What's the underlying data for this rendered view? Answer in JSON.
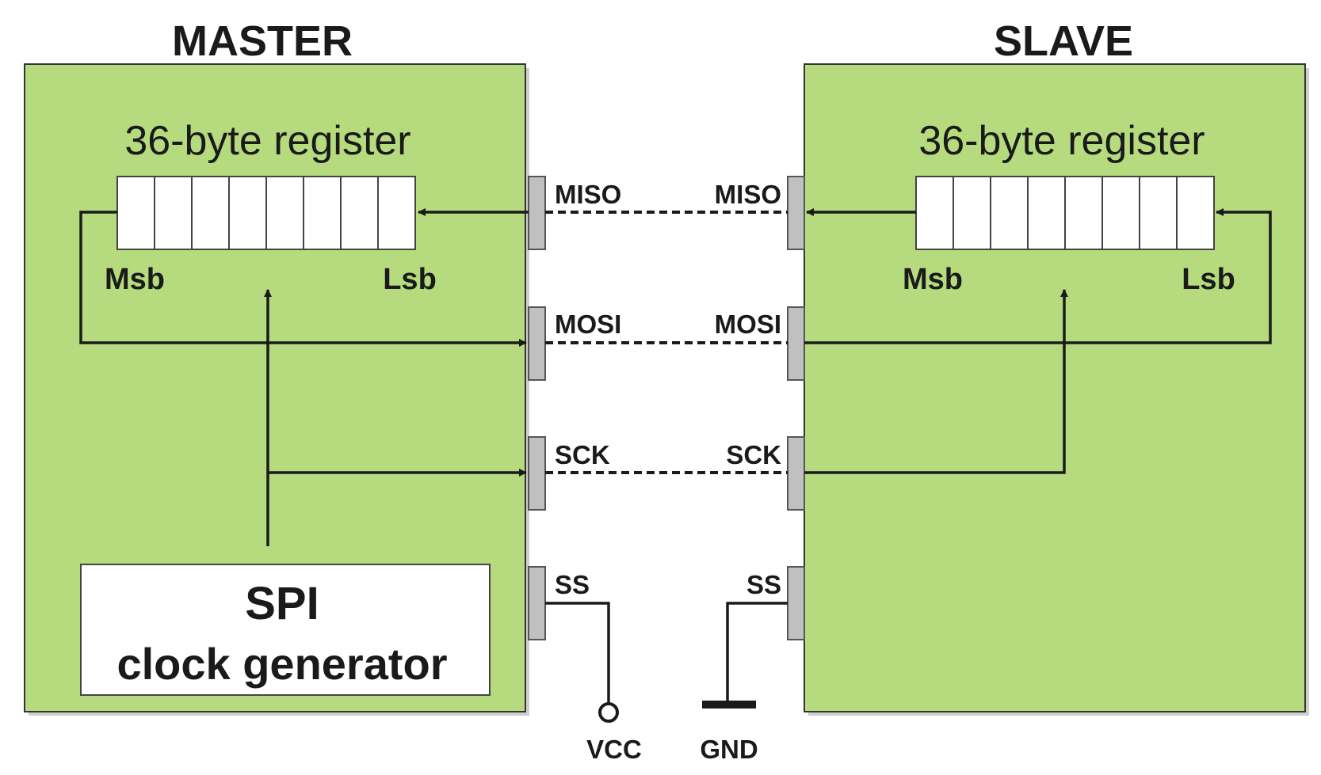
{
  "colors": {
    "block_fill": "#b5db7e",
    "block_shadow": "#cfcfcf",
    "pin_fill": "#c0c0c0",
    "line": "#1a1a1a"
  },
  "master": {
    "title": "MASTER",
    "register_title": "36-byte register",
    "msb_label": "Msb",
    "lsb_label": "Lsb",
    "clock_generator": {
      "line1": "SPI",
      "line2": "clock generator"
    }
  },
  "slave": {
    "title": "SLAVE",
    "register_title": "36-byte register",
    "msb_label": "Msb",
    "lsb_label": "Lsb"
  },
  "signals": {
    "miso": "MISO",
    "mosi": "MOSI",
    "sck": "SCK",
    "ss": "SS"
  },
  "power": {
    "vcc": "VCC",
    "gnd": "GND"
  }
}
